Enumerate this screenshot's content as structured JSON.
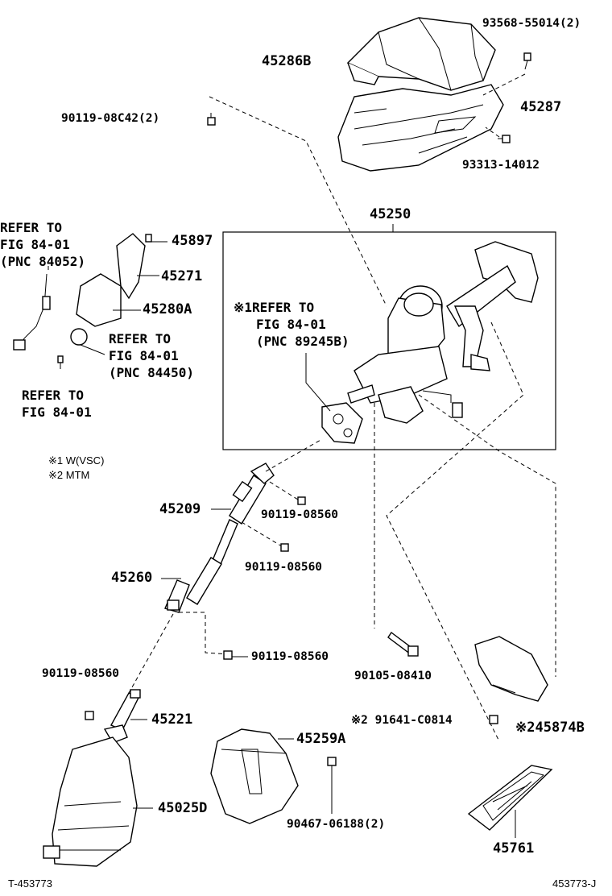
{
  "parts": {
    "p45286B": "45286B",
    "p93568": "93568-55014(2)",
    "p90119_08C42": "90119-08C42(2)",
    "p45287": "45287",
    "p93313": "93313-14012",
    "p45250": "45250",
    "p45897": "45897",
    "p45271": "45271",
    "p45280A": "45280A",
    "p45209": "45209",
    "p90119_a": "90119-08560",
    "p90119_b": "90119-08560",
    "p45260": "45260",
    "p90119_c": "90119-08560",
    "p90119_d": "90119-08560",
    "p90105": "90105-08410",
    "p45221": "45221",
    "p91641": "※2 91641-C0814",
    "p45874B": "※245874B",
    "p45259A": "45259A",
    "p45025D": "45025D",
    "p90467": "90467-06188(2)",
    "p45761": "45761"
  },
  "refs": {
    "ref1": [
      "REFER TO",
      "FIG 84-01",
      "(PNC 84052)"
    ],
    "ref2": [
      "REFER TO",
      "FIG 84-01",
      "(PNC 84450)"
    ],
    "ref3": [
      "REFER TO",
      "FIG 84-01"
    ],
    "ref4": [
      "※1REFER TO",
      "FIG 84-01",
      "(PNC 89245B)"
    ]
  },
  "notes": {
    "note1": "※1 W(VSC)",
    "note2": "※2 MTM"
  },
  "footer": {
    "left": "T-453773",
    "right": "453773-J"
  }
}
